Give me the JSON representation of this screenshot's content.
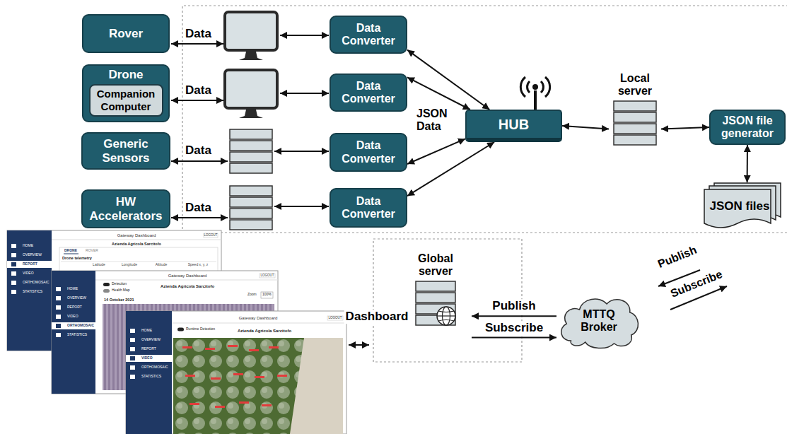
{
  "diagram": {
    "nodes": [
      {
        "text": [
          "Rover"
        ]
      },
      {
        "text": [
          "Drone"
        ]
      },
      {
        "text": [
          "Companion Computer"
        ],
        "in": 1
      },
      {
        "text": [
          "Generic Sensors"
        ]
      },
      {
        "text": [
          "HW Accelerators"
        ]
      },
      {
        "text": [
          "Data Converter"
        ]
      },
      {
        "text": [
          "Data Converter"
        ]
      },
      {
        "text": [
          "Data Converter"
        ]
      },
      {
        "text": [
          "Data Converter"
        ]
      },
      {
        "text": [
          "HUB"
        ]
      },
      {
        "text": [
          "Local server"
        ]
      },
      {
        "text": [
          "JSON file generator"
        ]
      },
      {
        "text": [
          "JSON files"
        ]
      },
      {
        "text": [
          "Global server"
        ]
      },
      {
        "text": [
          "MTTQ Broker"
        ]
      }
    ],
    "edges": [
      {
        "from": 5,
        "to": 9,
        "arrow": "both"
      },
      {
        "from": 6,
        "to": 9,
        "arrow": "both"
      },
      {
        "from": 7,
        "to": 9,
        "arrow": "both"
      },
      {
        "from": 8,
        "to": 9,
        "arrow": "both"
      },
      {
        "from": 9,
        "to": 10,
        "arrow": "both"
      },
      {
        "from": 10,
        "to": 11,
        "arrow": "both"
      },
      {
        "from": 11,
        "to": 12,
        "arrow": "both"
      },
      {
        "from": 14,
        "to": 13,
        "label": "Publish",
        "arrow": "to"
      },
      {
        "from": 13,
        "to": 14,
        "label": "Subscribe",
        "arrow": "to"
      }
    ],
    "labels": [
      "Data",
      "Data",
      "Data",
      "Data",
      "JSON Data",
      "Dashboard",
      "Publish",
      "Subscribe",
      "HOME",
      "OVERVIEW",
      "REPORT",
      "VIDEO",
      "ORTHOMOSAIC",
      "STATISTICS",
      "Gateway Dashboard",
      "LOGOUT",
      "Azienda Agricola Sarcitofo",
      "DRONE",
      "ROVER",
      "Drone telemetry",
      "Latitude",
      "Longitude",
      "Altitude",
      "Speed x, y, z",
      "HOME",
      "OVERVIEW",
      "REPORT",
      "VIDEO",
      "ORTHOMOSAIC",
      "STATISTICS",
      "Gateway Dashboard",
      "LOGOUT",
      "Detection",
      "Health Map",
      "Azienda Agricola Sarcitofo",
      "14 October 2021",
      "Zoom",
      "100%",
      "HOME",
      "OVERVIEW",
      "REPORT",
      "VIDEO",
      "ORTHOMOSAIC",
      "STATISTICS",
      "Gateway Dashboard",
      "LOGOUT",
      "Runtime Detection",
      "Azienda Agricola Sarcitofo"
    ]
  }
}
